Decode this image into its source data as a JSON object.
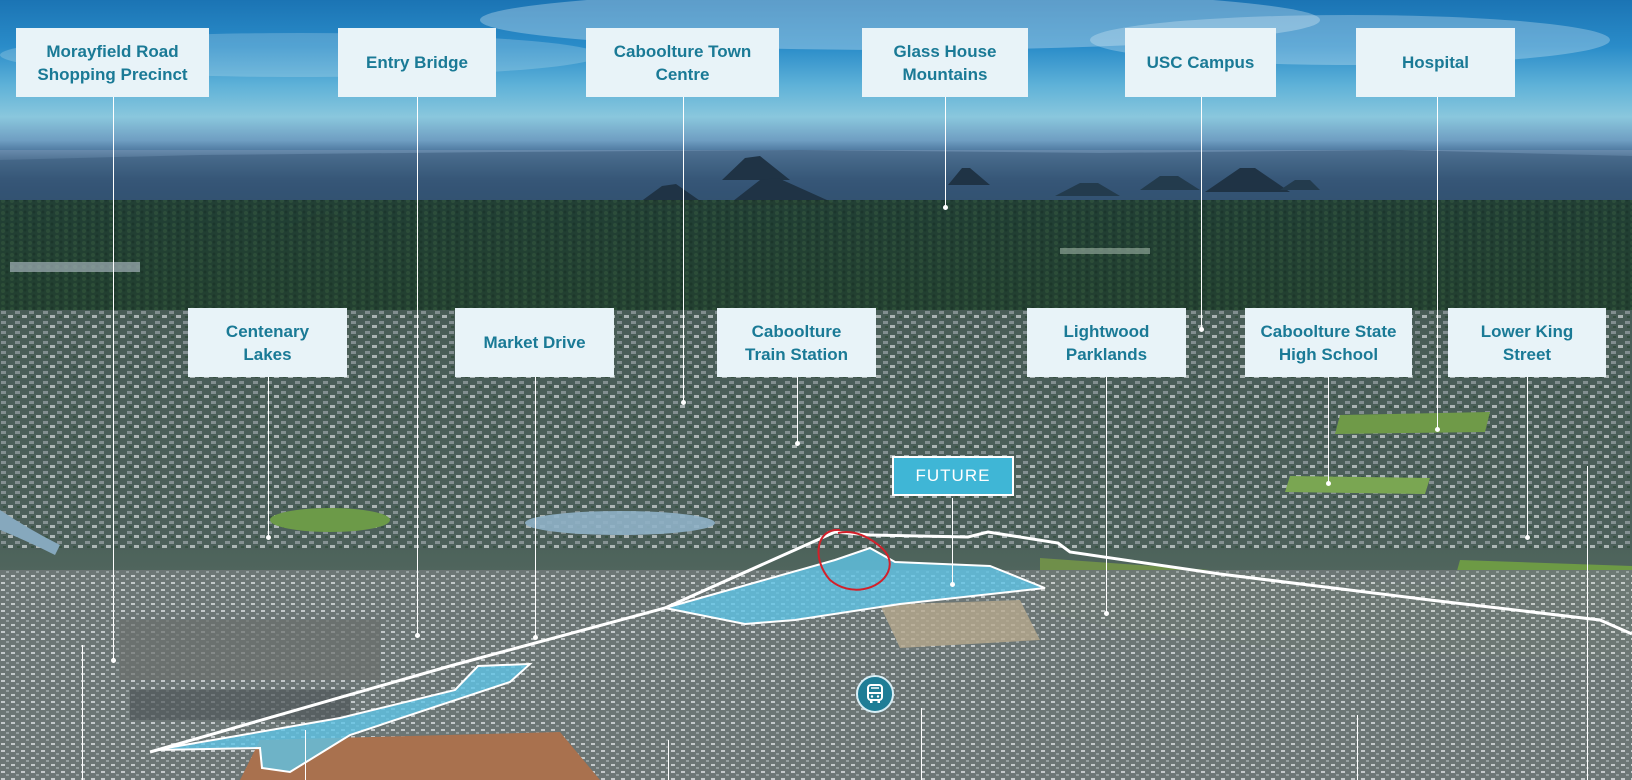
{
  "labels": {
    "morayfield": "Morayfield Road\nShopping Precinct",
    "entry_bridge": "Entry Bridge",
    "caboolture_town": "Caboolture Town\nCentre",
    "glass_house": "Glass House\nMountains",
    "usc": "USC Campus",
    "hospital": "Hospital",
    "centenary": "Centenary\nLakes",
    "market_drive": "Market Drive",
    "train_station": "Caboolture\nTrain Station",
    "lightwood": "Lightwood\nParklands",
    "high_school": "Caboolture State\nHigh School",
    "lower_king": "Lower King\nStreet"
  },
  "future_label": "FUTURE",
  "icons": {
    "bus": "bus-icon",
    "annotation": "red-circle-annotation"
  },
  "colors": {
    "label_bg": "#e8f3f8",
    "label_text": "#1a7a96",
    "site_fill": "#5fc4e6",
    "future_fill": "#3fb6d6",
    "boundary": "#ffffff",
    "annotation": "#d3202a"
  }
}
